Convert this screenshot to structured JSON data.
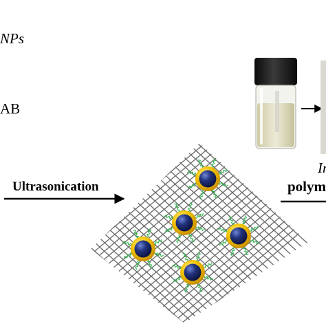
{
  "labels": {
    "nps": "NPs",
    "ab": "AB",
    "ultrasonication": "Ultrasonication",
    "in_partial": "In",
    "polym_partial": "polym"
  },
  "colors": {
    "particle_core": "#1e2f73",
    "particle_shell": "#f2c200",
    "ligand": "#2bb34a",
    "mesh": "#6f6f6f",
    "vial_cap": "#1a1a1a",
    "vial_liquid": "#e3e0c4",
    "arrow": "#000000"
  },
  "icons": {
    "vial": "glass-vial-photo",
    "particle": "core-shell-nanoparticle"
  }
}
